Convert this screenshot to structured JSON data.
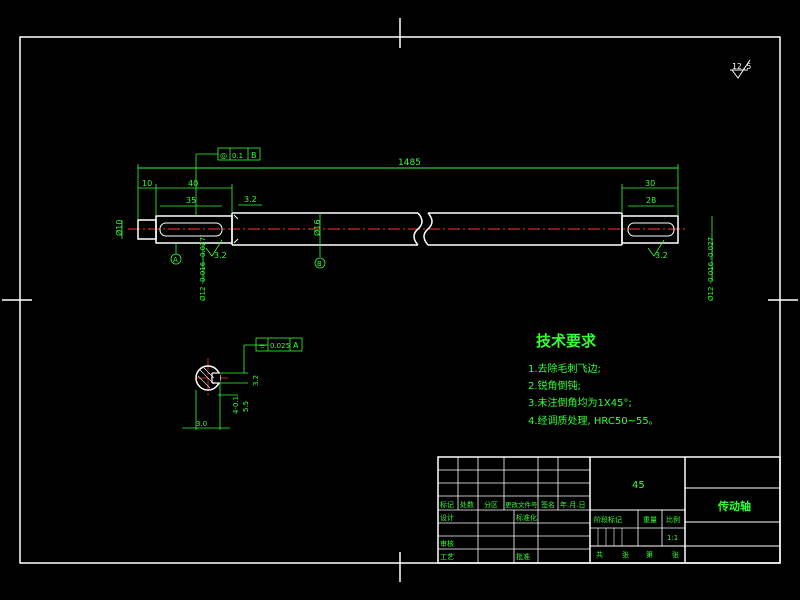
{
  "drawing": {
    "roughness_symbol": "12.5",
    "overall_length": "1485",
    "left_step_length": "10",
    "left_keyway_length": "40",
    "left_keyway_inner": "35",
    "chamfer_left": "3.2",
    "right_keyway_length": "30",
    "right_keyway_inner": "28",
    "center_dia": "Ø16",
    "left_end_dia": "Ø12 -0.016 -0.027",
    "right_end_dia": "Ø12 -0.016 -0.027",
    "end_dim_left": "Ø10",
    "roughness_left": "3.2",
    "roughness_right": "3.2",
    "datum_b": "B",
    "datum_a": "A",
    "tol_frame_top": [
      "◎",
      "0.1",
      "B"
    ],
    "tol_frame_section": [
      "⌯",
      "0.025",
      "A"
    ],
    "section_dim_1": "3.2",
    "section_dim_2": "4-0.1",
    "section_dim_3": "5.5",
    "section_dim_4": "3.0"
  },
  "tech_requirements": {
    "title": "技术要求",
    "items": [
      "1.去除毛刺飞边;",
      "2.锐角倒钝;",
      "3.未注倒角均为1X45°;",
      "4.经调质处理, HRC50~55。"
    ]
  },
  "title_block": {
    "material": "45",
    "part_name": "传动轴",
    "scale": "1:1",
    "header_row": [
      "标记",
      "处数",
      "分区",
      "更改文件号",
      "签名",
      "年.月.日"
    ],
    "labels": {
      "design": "设计",
      "standardize": "标准化",
      "review": "审核",
      "process": "工艺",
      "approve": "批准",
      "stage_mark": "阶段标记",
      "weight": "重量",
      "ratio": "比例",
      "sheets_total": "共",
      "sheets_word": "张",
      "sheet_no": "第",
      "sheet_word": "张"
    }
  }
}
